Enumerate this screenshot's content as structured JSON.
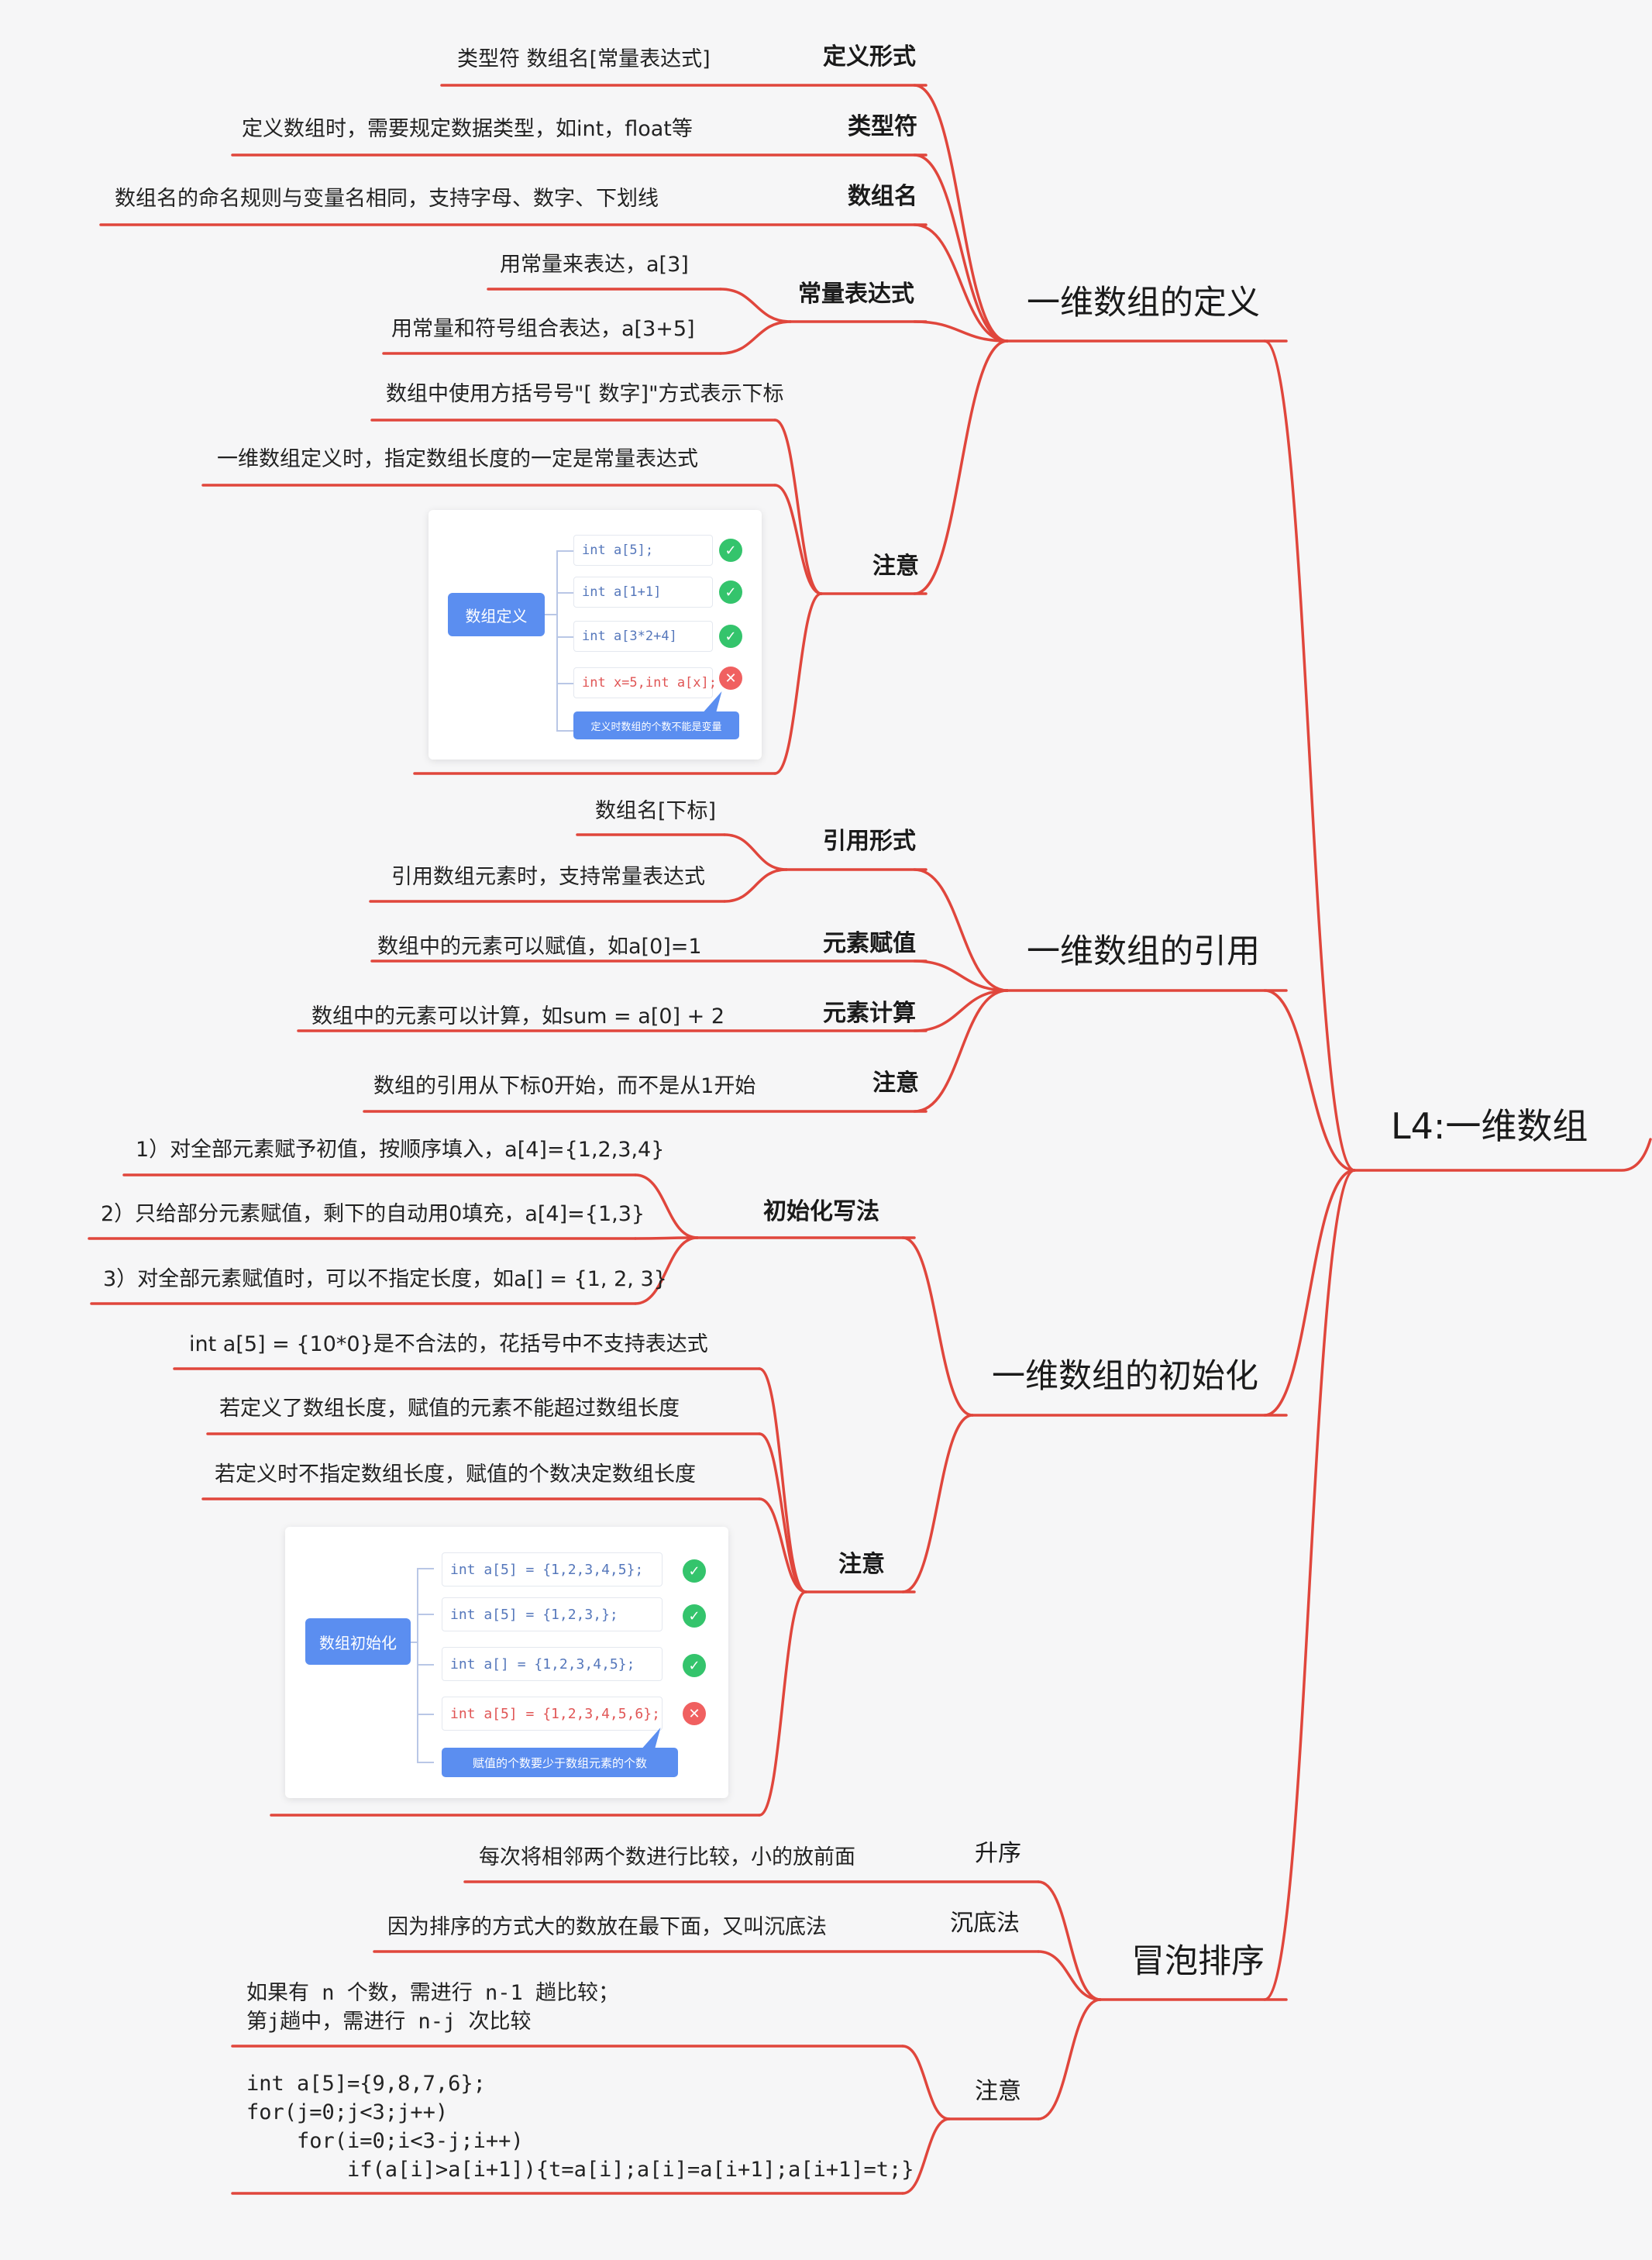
{
  "root": "L4:一维数组",
  "colors": {
    "line": "#e0463c",
    "button": "#5b8ef0",
    "ok": "#34c46c",
    "bad": "#f06060"
  },
  "definition": {
    "title": "一维数组的定义",
    "form": {
      "label": "定义形式",
      "text": "类型符 数组名[常量表达式]"
    },
    "type": {
      "label": "类型符",
      "text": "定义数组时，需要规定数据类型，如int，float等"
    },
    "name": {
      "label": "数组名",
      "text": "数组名的命名规则与变量名相同，支持字母、数字、下划线"
    },
    "const": {
      "label": "常量表达式",
      "items": [
        "用常量来表达，a[3]",
        "用常量和符号组合表达，a[3+5]"
      ]
    },
    "note": {
      "label": "注意",
      "items": [
        "数组中使用方括号号\"[ 数字]\"方式表示下标",
        "一维数组定义时，指定数组长度的一定是常量表达式"
      ],
      "card": {
        "button": "数组定义",
        "rows": [
          {
            "code": "int a[5];",
            "status": "ok"
          },
          {
            "code": "int a[1+1]",
            "status": "ok"
          },
          {
            "code": "int a[3*2+4]",
            "status": "ok"
          },
          {
            "code": "int x=5,int a[x];",
            "status": "bad"
          }
        ],
        "tip": "定义时数组的个数不能是变量"
      }
    }
  },
  "reference": {
    "title": "一维数组的引用",
    "form": {
      "label": "引用形式",
      "items": [
        "数组名[下标]",
        "引用数组元素时，支持常量表达式"
      ]
    },
    "assign": {
      "label": "元素赋值",
      "text": "数组中的元素可以赋值，如a[0]=1"
    },
    "calc": {
      "label": "元素计算",
      "text": "数组中的元素可以计算，如sum = a[0] + 2"
    },
    "note": {
      "label": "注意",
      "text": "数组的引用从下标0开始，而不是从1开始"
    }
  },
  "init": {
    "title": "一维数组的初始化",
    "style": {
      "label": "初始化写法",
      "items": [
        "1）对全部元素赋予初值，按顺序填入，a[4]={1,2,3,4}",
        "2）只给部分元素赋值，剩下的自动用0填充，a[4]={1,3}",
        "3）对全部元素赋值时，可以不指定长度，如a[] = {1, 2, 3}"
      ]
    },
    "note": {
      "label": "注意",
      "items": [
        "int a[5] = {10*0}是不合法的，花括号中不支持表达式",
        "若定义了数组长度，赋值的元素不能超过数组长度",
        "若定义时不指定数组长度，赋值的个数决定数组长度"
      ],
      "card": {
        "button": "数组初始化",
        "rows": [
          {
            "code": "int a[5] = {1,2,3,4,5};",
            "status": "ok"
          },
          {
            "code": "int a[5] = {1,2,3,};",
            "status": "ok"
          },
          {
            "code": "int a[] = {1,2,3,4,5};",
            "status": "ok"
          },
          {
            "code": "int a[5] = {1,2,3,4,5,6};",
            "status": "bad"
          }
        ],
        "tip": "赋值的个数要少于数组元素的个数"
      }
    }
  },
  "bubble": {
    "title": "冒泡排序",
    "asc": {
      "label": "升序",
      "text": "每次将相邻两个数进行比较，小的放前面"
    },
    "sink": {
      "label": "沉底法",
      "text": "因为排序的方式大的数放在最下面，又叫沉底法"
    },
    "note": {
      "label": "注意",
      "text1": "如果有 n 个数，需进行 n-1 趟比较；\n第j趟中，需进行 n-j 次比较",
      "text2": "int a[5]={9,8,7,6};\nfor(j=0;j<3;j++)\n    for(i=0;i<3-j;i++)\n        if(a[i]>a[i+1]){t=a[i];a[i]=a[i+1];a[i+1]=t;}"
    }
  }
}
